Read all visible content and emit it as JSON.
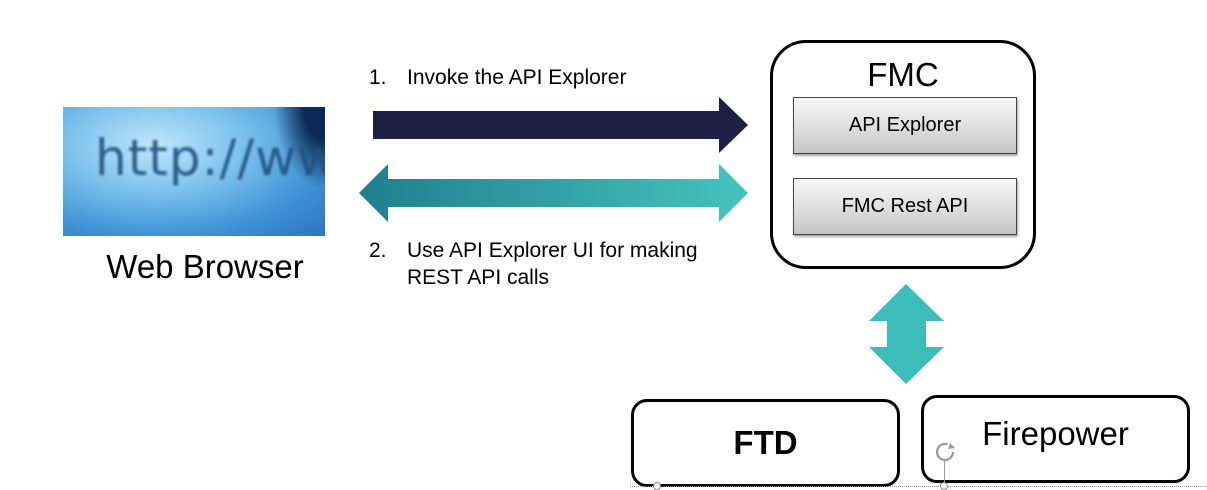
{
  "browser": {
    "image_text": "http://www",
    "label": "Web Browser"
  },
  "steps": [
    {
      "number": "1.",
      "text": "Invoke the API Explorer"
    },
    {
      "number": "2.",
      "text_line1": "Use API Explorer UI for making",
      "text_line2": "REST API calls"
    }
  ],
  "fmc": {
    "title": "FMC",
    "components": [
      "API Explorer",
      "FMC Rest API"
    ]
  },
  "devices": {
    "ftd": "FTD",
    "firepower": "Firepower"
  },
  "colors": {
    "request_arrow": "#1e1f45",
    "response_arrow": "#3dbdb9",
    "response_arrow_dark": "#2a8f9a",
    "sync_arrow": "#3dbdb9"
  }
}
